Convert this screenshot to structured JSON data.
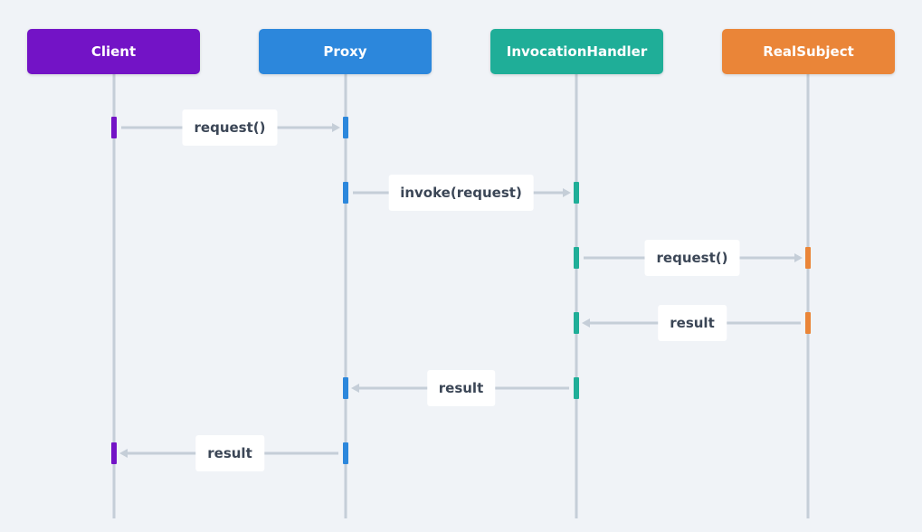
{
  "participants": [
    {
      "id": "client",
      "label": "Client",
      "color": "#7313c6"
    },
    {
      "id": "proxy",
      "label": "Proxy",
      "color": "#2c87dc"
    },
    {
      "id": "handler",
      "label": "InvocationHandler",
      "color": "#1fae98"
    },
    {
      "id": "real",
      "label": "RealSubject",
      "color": "#ea8538"
    }
  ],
  "messages": [
    {
      "from": 0,
      "to": 1,
      "label": "request()"
    },
    {
      "from": 1,
      "to": 2,
      "label": "invoke(request)"
    },
    {
      "from": 2,
      "to": 3,
      "label": "request()"
    },
    {
      "from": 3,
      "to": 2,
      "label": "result"
    },
    {
      "from": 2,
      "to": 1,
      "label": "result"
    },
    {
      "from": 1,
      "to": 0,
      "label": "result"
    }
  ],
  "colors": {
    "background": "#f0f3f7",
    "lifeline": "#c5ced8",
    "label_text": "#3b4656"
  }
}
